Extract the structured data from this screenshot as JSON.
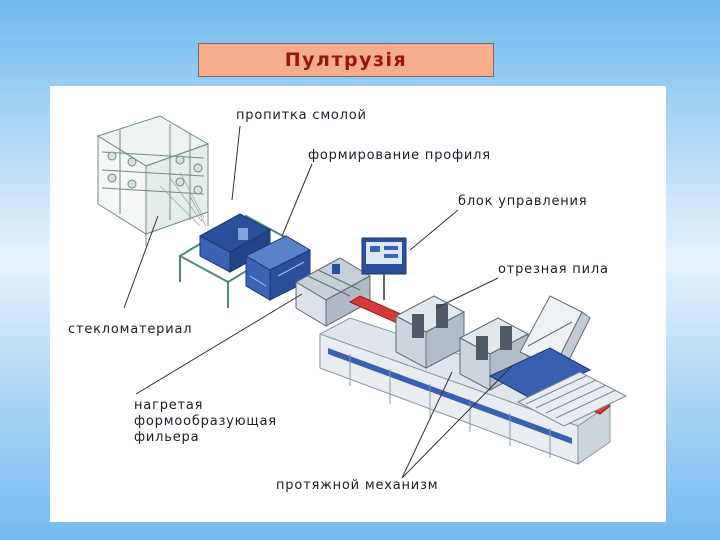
{
  "slide": {
    "title": "Пултрузія"
  },
  "diagram": {
    "labels": {
      "resin_impregnation": "пропитка смолой",
      "profile_forming": "формирование профиля",
      "control_unit": "блок управления",
      "cutoff_saw": "отрезная пила",
      "fiberglass": "стекломатериал",
      "heated_die_line1": "нагретая",
      "heated_die_line2": "формообразующая",
      "heated_die_line3": "фильера",
      "pulling_mechanism": "протяжной механизм"
    },
    "colors": {
      "frame": "#4a8a7a",
      "resin_bath": "#2c4f9c",
      "profile": "#d83a3a",
      "machine_body": "#c8d2da",
      "base_stripe": "#3a5fb0"
    }
  }
}
